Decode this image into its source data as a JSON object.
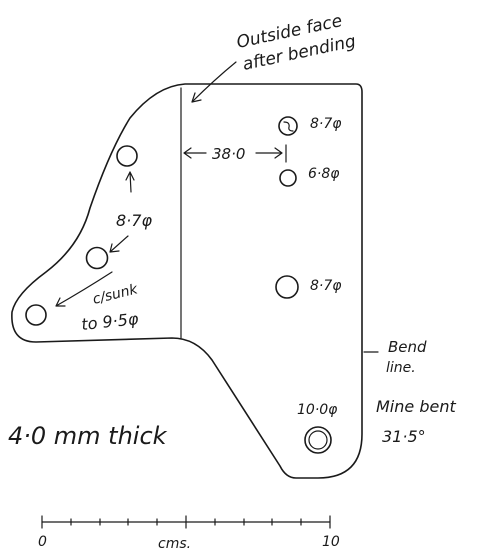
{
  "notes": {
    "outside_face_1": "Outside face",
    "outside_face_2": "after bending",
    "dim_38": "38·0",
    "hole_87_top": "8·7φ",
    "hole_68": "6·8φ",
    "hole_87_left": "8·7φ",
    "hole_87_mid": "8·7φ",
    "csunk_1": "c/sunk",
    "csunk_2": "to 9·5φ",
    "bend_1": "Bend",
    "bend_2": "line.",
    "hole_100": "10·0φ",
    "mine_1": "Mine bent",
    "mine_2": "31·5°",
    "thickness": "4·0 mm thick",
    "scale_start": "0",
    "scale_unit": "cms.",
    "scale_end": "10"
  },
  "colors": {
    "ink": "#1a1a1a",
    "paper": "#ffffff"
  }
}
